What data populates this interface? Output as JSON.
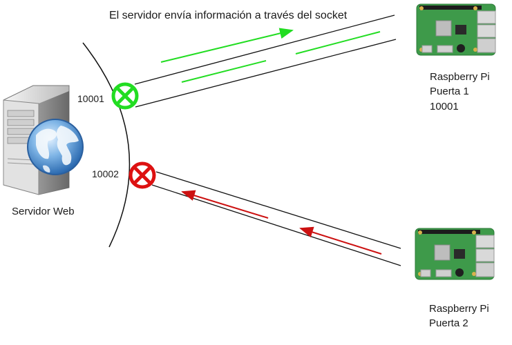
{
  "caption": "El servidor envía información a través del socket",
  "server": {
    "label": "Servidor Web",
    "icon": "web-server-globe-icon"
  },
  "ports": [
    {
      "number": "10001",
      "state": "open",
      "icon": "check-circle-icon",
      "color": "#22dd22"
    },
    {
      "number": "10002",
      "state": "closed",
      "icon": "cross-circle-icon",
      "color": "#dd1111"
    }
  ],
  "devices": [
    {
      "name": "Raspberry Pi",
      "door": "Puerta 1",
      "port": "10001",
      "icon": "raspberry-pi-board-icon"
    },
    {
      "name": "Raspberry Pi",
      "door": "Puerta 2",
      "icon": "raspberry-pi-board-icon"
    }
  ],
  "colors": {
    "open_flow": "#22dd22",
    "closed_flow": "#cc1111",
    "line": "#111111"
  }
}
